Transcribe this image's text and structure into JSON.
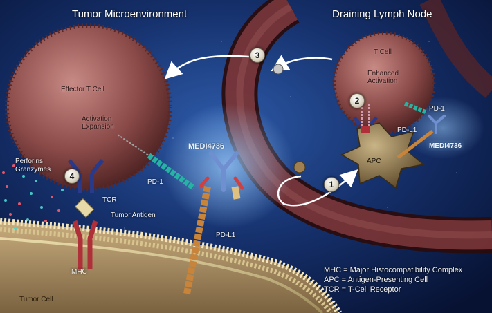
{
  "titles": {
    "left": "Tumor Microenvironment",
    "right": "Draining Lymph Node"
  },
  "cells": {
    "effector_t_cell": "Effector T Cell",
    "activation_expansion": [
      "Activation",
      "Expansion"
    ],
    "t_cell": "T Cell",
    "enhanced_activation": [
      "Enhanced",
      "Activation"
    ],
    "apc": "APC",
    "tumor_cell": "Tumor Cell"
  },
  "molecules": {
    "perforins_granzymes": [
      "Perforins",
      "Granzymes"
    ],
    "tcr": "TCR",
    "tumor_antigen": "Tumor Antigen",
    "mhc": "MHC",
    "pd1_left": "PD-1",
    "pd1_right": "PD-1",
    "pdl1_left": "PD-L1",
    "pdl1_right": "PD-L1",
    "drug_left": "MEDI4736",
    "drug_right": "MEDI4736"
  },
  "steps": [
    "1",
    "2",
    "3",
    "4"
  ],
  "legend": [
    "MHC = Major Histocompatibility Complex",
    "APC = Antigen-Presenting Cell",
    "TCR = T-Cell Receptor"
  ],
  "colors": {
    "background": "#0b1a3a",
    "cell_body": "#8a4a48",
    "vessel": "#6e2e2e",
    "apc": "#8a7550",
    "pd1": "#27b3a3",
    "pdl1": "#c8843a",
    "tcr": "#2a3a8a",
    "mhc": "#b0303a",
    "antibody": "#6f8fd0"
  }
}
